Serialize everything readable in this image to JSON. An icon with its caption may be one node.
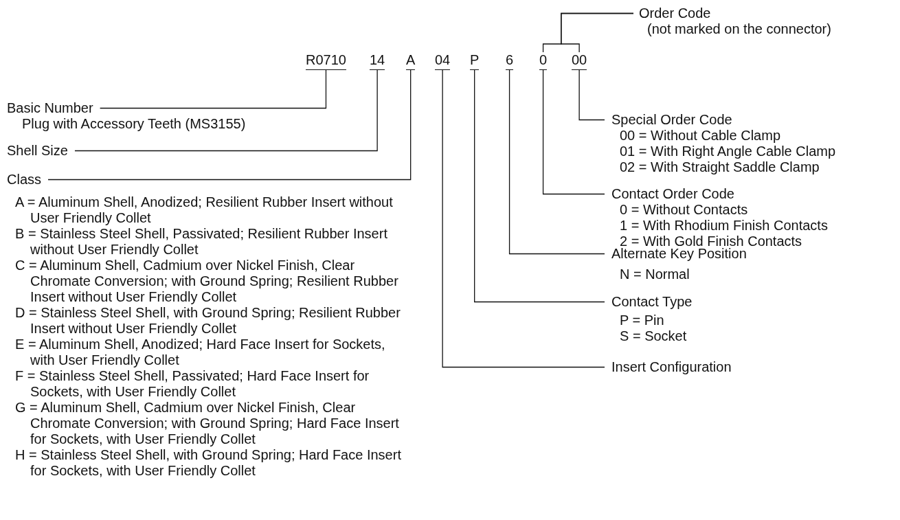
{
  "diagram": {
    "nodes": [
      {
        "text": [
          "R0710"
        ]
      },
      {
        "text": [
          "14"
        ]
      },
      {
        "text": [
          "A"
        ]
      },
      {
        "text": [
          "04"
        ]
      },
      {
        "text": [
          "P"
        ]
      },
      {
        "text": [
          "6"
        ]
      },
      {
        "text": [
          "0"
        ]
      },
      {
        "text": [
          "00"
        ]
      },
      {
        "text": [
          "Order Code",
          "(not marked on the connector)"
        ]
      },
      {
        "text": [
          "Basic Number",
          "Plug with Accessory Teeth (MS3155)"
        ]
      },
      {
        "text": [
          "Shell Size"
        ]
      },
      {
        "text": [
          "Class",
          "A = Aluminum Shell, Anodized; Resilient Rubber Insert without User Friendly Collet",
          "B = Stainless Steel Shell, Passivated; Resilient Rubber Insert without User Friendly Collet",
          "C = Aluminum Shell, Cadmium over Nickel Finish, Clear Chromate Conversion; with Ground Spring; Resilient Rubber Insert without User Friendly Collet",
          "D = Stainless Steel Shell, with Ground Spring; Resilient Rubber Insert without User Friendly Collet",
          "E = Aluminum Shell, Anodized; Hard Face Insert for Sockets, with User Friendly Collet",
          "F = Stainless Steel Shell, Passivated; Hard Face Insert for Sockets, with User Friendly Collet",
          "G = Aluminum Shell, Cadmium over Nickel Finish, Clear Chromate Conversion; with Ground Spring; Hard Face Insert for Sockets, with User Friendly Collet",
          "H = Stainless Steel Shell, with Ground Spring; Hard Face Insert for Sockets, with User Friendly Collet"
        ]
      },
      {
        "text": [
          "Special Order Code",
          "00 = Without Cable Clamp",
          "01 = With Right Angle Cable Clamp",
          "02 = With Straight Saddle Clamp"
        ]
      },
      {
        "text": [
          "Contact Order Code",
          "0 = Without Contacts",
          "1 = With Rhodium Finish Contacts",
          "2 = With Gold Finish Contacts"
        ]
      },
      {
        "text": [
          "Alternate Key Position",
          "N = Normal"
        ]
      },
      {
        "text": [
          "Contact Type",
          "P = Pin",
          "S = Socket"
        ]
      },
      {
        "text": [
          "Insert Configuration"
        ]
      }
    ],
    "edges": [
      {
        "from": 8,
        "to": 6,
        "arrow": "none"
      },
      {
        "from": 8,
        "to": 7,
        "arrow": "none"
      },
      {
        "from": 9,
        "to": 0,
        "arrow": "none"
      },
      {
        "from": 10,
        "to": 1,
        "arrow": "none"
      },
      {
        "from": 11,
        "to": 2,
        "arrow": "none"
      },
      {
        "from": 12,
        "to": 7,
        "arrow": "none"
      },
      {
        "from": 13,
        "to": 6,
        "arrow": "none"
      },
      {
        "from": 14,
        "to": 5,
        "arrow": "none"
      },
      {
        "from": 15,
        "to": 4,
        "arrow": "none"
      },
      {
        "from": 16,
        "to": 3,
        "arrow": "none"
      }
    ]
  }
}
